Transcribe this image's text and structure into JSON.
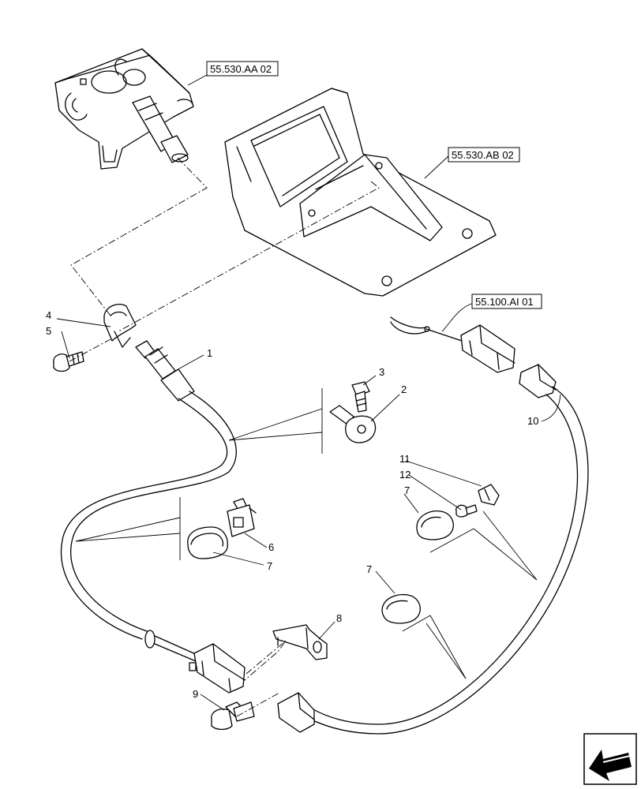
{
  "references": [
    {
      "id": "ref-aa",
      "text": "55.530.AA 02"
    },
    {
      "id": "ref-ab",
      "text": "55.530.AB 02"
    },
    {
      "id": "ref-ai",
      "text": "55.100.AI 01"
    }
  ],
  "callouts": {
    "c1": "1",
    "c2": "2",
    "c3": "3",
    "c4": "4",
    "c5": "5",
    "c6": "6",
    "c7a": "7",
    "c7b": "7",
    "c7c": "7",
    "c8": "8",
    "c9": "9",
    "c10": "10",
    "c11": "11",
    "c12": "12"
  },
  "icons": {
    "nav": "arrow-back-icon"
  }
}
